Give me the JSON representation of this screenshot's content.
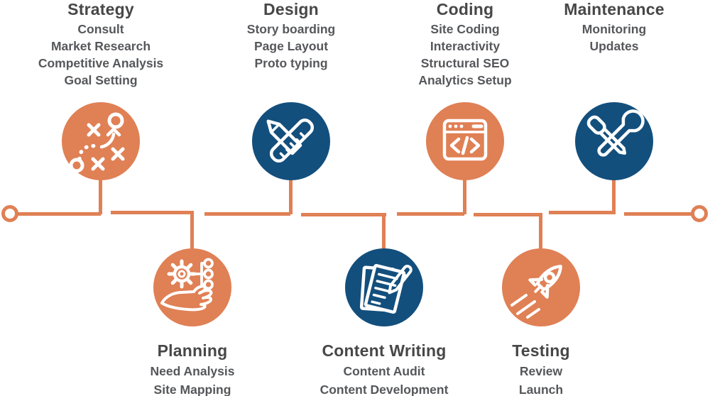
{
  "background": "#ffffff",
  "colors": {
    "orange": "#E08055",
    "blue": "#134F7D",
    "line": "#E08055",
    "title_text": "#474747",
    "item_text": "#55575a"
  },
  "timeline": {
    "start_marker": "open-circle",
    "end_marker": "open-circle"
  },
  "stages": [
    {
      "id": "strategy",
      "title": "Strategy",
      "items": [
        "Consult",
        "Market Research",
        "Competitive Analysis",
        "Goal Setting"
      ],
      "icon": "strategy-tactics-icon",
      "circle_color": "orange",
      "row": "top"
    },
    {
      "id": "design",
      "title": "Design",
      "items": [
        "Story boarding",
        "Page Layout",
        "Proto typing"
      ],
      "icon": "pencil-ruler-icon",
      "circle_color": "blue",
      "row": "top"
    },
    {
      "id": "coding",
      "title": "Coding",
      "items": [
        "Site Coding",
        "Interactivity",
        "Structural SEO",
        "Analytics Setup"
      ],
      "icon": "browser-code-icon",
      "circle_color": "orange",
      "row": "top"
    },
    {
      "id": "maintenance",
      "title": "Maintenance",
      "items": [
        "Monitoring",
        "Updates"
      ],
      "icon": "wrench-screwdriver-icon",
      "circle_color": "blue",
      "row": "top"
    },
    {
      "id": "planning",
      "title": "Planning",
      "items": [
        "Need Analysis",
        "Site Mapping"
      ],
      "icon": "hand-gear-icon",
      "circle_color": "orange",
      "row": "bottom"
    },
    {
      "id": "content-writing",
      "title": "Content Writing",
      "items": [
        "Content Audit",
        "Content Development"
      ],
      "icon": "paper-pencil-icon",
      "circle_color": "blue",
      "row": "bottom"
    },
    {
      "id": "testing",
      "title": "Testing",
      "items": [
        "Review",
        "Launch"
      ],
      "icon": "rocket-icon",
      "circle_color": "orange",
      "row": "bottom"
    }
  ]
}
